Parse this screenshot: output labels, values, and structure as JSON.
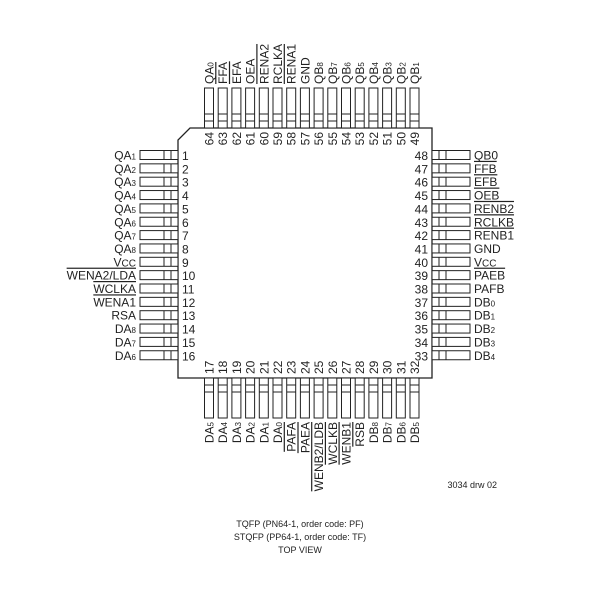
{
  "diagram": {
    "drawing_id": "3034 drw 02",
    "captions": [
      "TQFP (PN64-1, order code:  PF)",
      "STQFP (PP64-1, order code:  TF)",
      "TOP VIEW"
    ],
    "left_pins": [
      {
        "num": "1",
        "base": "QA",
        "sub": "1",
        "overline": false
      },
      {
        "num": "2",
        "base": "QA",
        "sub": "2",
        "overline": false
      },
      {
        "num": "3",
        "base": "QA",
        "sub": "3",
        "overline": false
      },
      {
        "num": "4",
        "base": "QA",
        "sub": "4",
        "overline": false
      },
      {
        "num": "5",
        "base": "QA",
        "sub": "5",
        "overline": false
      },
      {
        "num": "6",
        "base": "QA",
        "sub": "6",
        "overline": false
      },
      {
        "num": "7",
        "base": "QA",
        "sub": "7",
        "overline": false
      },
      {
        "num": "8",
        "base": "QA",
        "sub": "8",
        "overline": false
      },
      {
        "num": "9",
        "base": "V",
        "sub": "CC",
        "overline": false
      },
      {
        "num": "10",
        "base": "WENA2/LDA",
        "sub": "",
        "overline": true
      },
      {
        "num": "11",
        "base": "WCLKA",
        "sub": "",
        "overline": true
      },
      {
        "num": "12",
        "base": "WENA1",
        "sub": "",
        "overline": true
      },
      {
        "num": "13",
        "base": "RSA",
        "sub": "",
        "overline": false
      },
      {
        "num": "14",
        "base": "DA",
        "sub": "8",
        "overline": false
      },
      {
        "num": "15",
        "base": "DA",
        "sub": "7",
        "overline": false
      },
      {
        "num": "16",
        "base": "DA",
        "sub": "6",
        "overline": false
      }
    ],
    "right_pins": [
      {
        "num": "48",
        "base": "QB0",
        "sub": "",
        "overline": false
      },
      {
        "num": "47",
        "base": "FFB",
        "sub": "",
        "overline": true
      },
      {
        "num": "46",
        "base": "EFB",
        "sub": "",
        "overline": true
      },
      {
        "num": "45",
        "base": "OEB",
        "sub": "",
        "overline": true
      },
      {
        "num": "44",
        "base": "RENB2",
        "sub": "",
        "overline": true
      },
      {
        "num": "43",
        "base": "RCLKB",
        "sub": "",
        "overline": true
      },
      {
        "num": "42",
        "base": "RENB1",
        "sub": "",
        "overline": true
      },
      {
        "num": "41",
        "base": "GND",
        "sub": "",
        "overline": false
      },
      {
        "num": "40",
        "base": "V",
        "sub": "CC",
        "overline": false
      },
      {
        "num": "39",
        "base": "PAEB",
        "sub": "",
        "overline": true
      },
      {
        "num": "38",
        "base": "PAFB",
        "sub": "",
        "overline": false
      },
      {
        "num": "37",
        "base": "DB",
        "sub": "0",
        "overline": false
      },
      {
        "num": "36",
        "base": "DB",
        "sub": "1",
        "overline": false
      },
      {
        "num": "35",
        "base": "DB",
        "sub": "2",
        "overline": false
      },
      {
        "num": "34",
        "base": "DB",
        "sub": "3",
        "overline": false
      },
      {
        "num": "33",
        "base": "DB",
        "sub": "4",
        "overline": false
      }
    ],
    "top_pins": [
      {
        "num": "64",
        "base": "QA",
        "sub": "0",
        "overline": false
      },
      {
        "num": "63",
        "base": "FFA",
        "sub": "",
        "overline": true
      },
      {
        "num": "62",
        "base": "EFA",
        "sub": "",
        "overline": true
      },
      {
        "num": "61",
        "base": "OEA",
        "sub": "",
        "overline": false
      },
      {
        "num": "60",
        "base": "RENA2",
        "sub": "",
        "overline": true
      },
      {
        "num": "59",
        "base": "RCLKA",
        "sub": "",
        "overline": false
      },
      {
        "num": "58",
        "base": "RENA1",
        "sub": "",
        "overline": true
      },
      {
        "num": "57",
        "base": "GND",
        "sub": "",
        "overline": false
      },
      {
        "num": "56",
        "base": "QB",
        "sub": "8",
        "overline": false
      },
      {
        "num": "55",
        "base": "QB",
        "sub": "7",
        "overline": false
      },
      {
        "num": "54",
        "base": "QB",
        "sub": "6",
        "overline": false
      },
      {
        "num": "53",
        "base": "QB",
        "sub": "5",
        "overline": false
      },
      {
        "num": "52",
        "base": "QB",
        "sub": "4",
        "overline": false
      },
      {
        "num": "51",
        "base": "QB",
        "sub": "3",
        "overline": false
      },
      {
        "num": "50",
        "base": "QB",
        "sub": "2",
        "overline": false
      },
      {
        "num": "49",
        "base": "QB",
        "sub": "1",
        "overline": false
      }
    ],
    "bottom_pins": [
      {
        "num": "17",
        "base": "DA",
        "sub": "5",
        "overline": false
      },
      {
        "num": "18",
        "base": "DA",
        "sub": "4",
        "overline": false
      },
      {
        "num": "19",
        "base": "DA",
        "sub": "3",
        "overline": false
      },
      {
        "num": "20",
        "base": "DA",
        "sub": "2",
        "overline": false
      },
      {
        "num": "21",
        "base": "DA",
        "sub": "1",
        "overline": false
      },
      {
        "num": "22",
        "base": "DA",
        "sub": "0",
        "overline": false
      },
      {
        "num": "23",
        "base": "PAFA",
        "sub": "",
        "overline": true
      },
      {
        "num": "24",
        "base": "PAEA",
        "sub": "",
        "overline": true
      },
      {
        "num": "25",
        "base": "WENB2/LDB",
        "sub": "",
        "overline": true
      },
      {
        "num": "26",
        "base": "WCLKB",
        "sub": "",
        "overline": true
      },
      {
        "num": "27",
        "base": "WENB1",
        "sub": "",
        "overline": true
      },
      {
        "num": "28",
        "base": "RSB",
        "sub": "",
        "overline": true
      },
      {
        "num": "29",
        "base": "DB",
        "sub": "8",
        "overline": false
      },
      {
        "num": "30",
        "base": "DB",
        "sub": "7",
        "overline": false
      },
      {
        "num": "31",
        "base": "DB",
        "sub": "6",
        "overline": false
      },
      {
        "num": "32",
        "base": "DB",
        "sub": "5",
        "overline": false
      }
    ]
  }
}
